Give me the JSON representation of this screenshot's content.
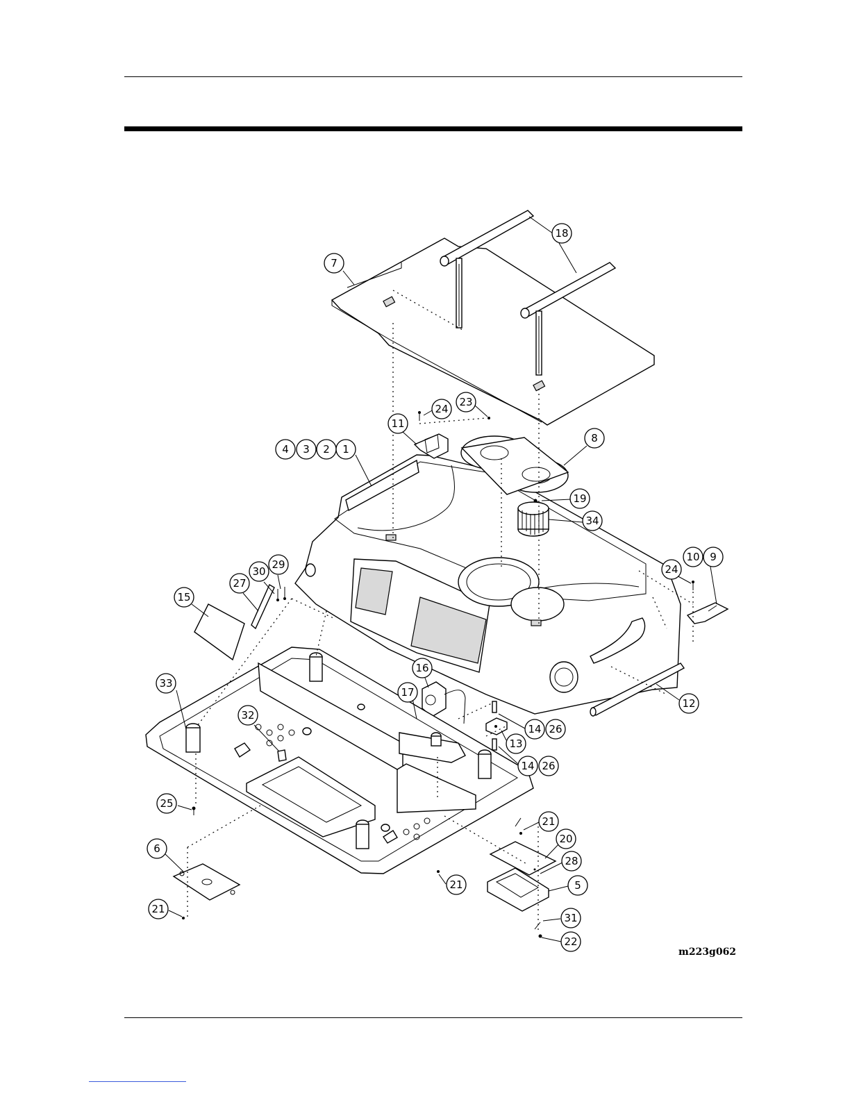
{
  "drawing": {
    "id": "m223g062",
    "callouts": [
      {
        "label": "18"
      },
      {
        "label": "7"
      },
      {
        "label": "24"
      },
      {
        "label": "23"
      },
      {
        "label": "11"
      },
      {
        "label": "8"
      },
      {
        "label": "4"
      },
      {
        "label": "3"
      },
      {
        "label": "2"
      },
      {
        "label": "1"
      },
      {
        "label": "19"
      },
      {
        "label": "34"
      },
      {
        "label": "10"
      },
      {
        "label": "9"
      },
      {
        "label": "24"
      },
      {
        "label": "29"
      },
      {
        "label": "30"
      },
      {
        "label": "27"
      },
      {
        "label": "15"
      },
      {
        "label": "16"
      },
      {
        "label": "33"
      },
      {
        "label": "17"
      },
      {
        "label": "12"
      },
      {
        "label": "32"
      },
      {
        "label": "14"
      },
      {
        "label": "26"
      },
      {
        "label": "13"
      },
      {
        "label": "14"
      },
      {
        "label": "26"
      },
      {
        "label": "25"
      },
      {
        "label": "21"
      },
      {
        "label": "20"
      },
      {
        "label": "6"
      },
      {
        "label": "28"
      },
      {
        "label": "21"
      },
      {
        "label": "5"
      },
      {
        "label": "21"
      },
      {
        "label": "31"
      },
      {
        "label": "22"
      }
    ]
  }
}
